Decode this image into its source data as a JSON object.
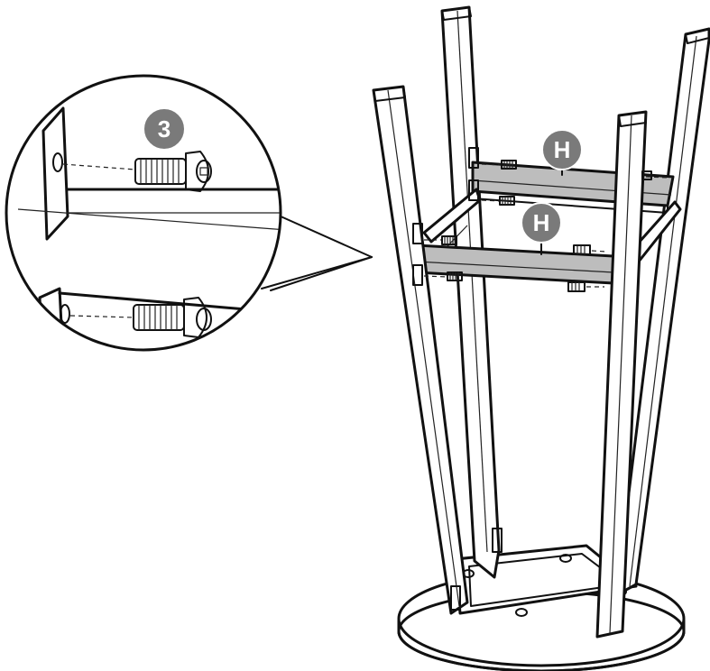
{
  "labels": {
    "screw_callout": "3",
    "rail_upper": "H",
    "rail_lower": "H"
  },
  "colors": {
    "line": "#111111",
    "badge_fill": "#7a7a7a",
    "rail_fill": "#bdbdbd",
    "background": "#ffffff"
  },
  "icons": {
    "screw": "screw-icon",
    "badge": "callout-badge"
  }
}
